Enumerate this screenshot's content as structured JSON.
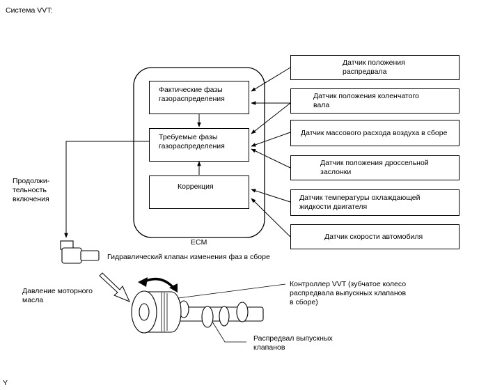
{
  "title": "Система VVT:",
  "ecm": {
    "label": "ECM",
    "actual": "Фактические фазы\nгазораспределения",
    "target": "Требуемые фазы\nгазораспределения",
    "correction": "Коррекция"
  },
  "sensors": [
    "Датчик положения\nраспредвала",
    "Датчик положения коленчатого\nвала",
    "Датчик массового расхода воздуха в сборе",
    "Датчик положения дроссельной\nзаслонки",
    "Датчик температуры охлаждающей\nжидкости двигателя",
    "Датчик скорости автомобиля"
  ],
  "duty_label": "Продолжи-\nтельность\nвключения",
  "valve_label": "Гидравлический клапан изменения фаз в сборе",
  "oil_label": "Давление моторного\nмасла",
  "controller_label": "Контроллер VVT (зубчатое колесо\nраспредвала выпускных клапанов\nв сборе)",
  "camshaft_label": "Распредвал выпускных\nклапанов",
  "footer": "Y"
}
